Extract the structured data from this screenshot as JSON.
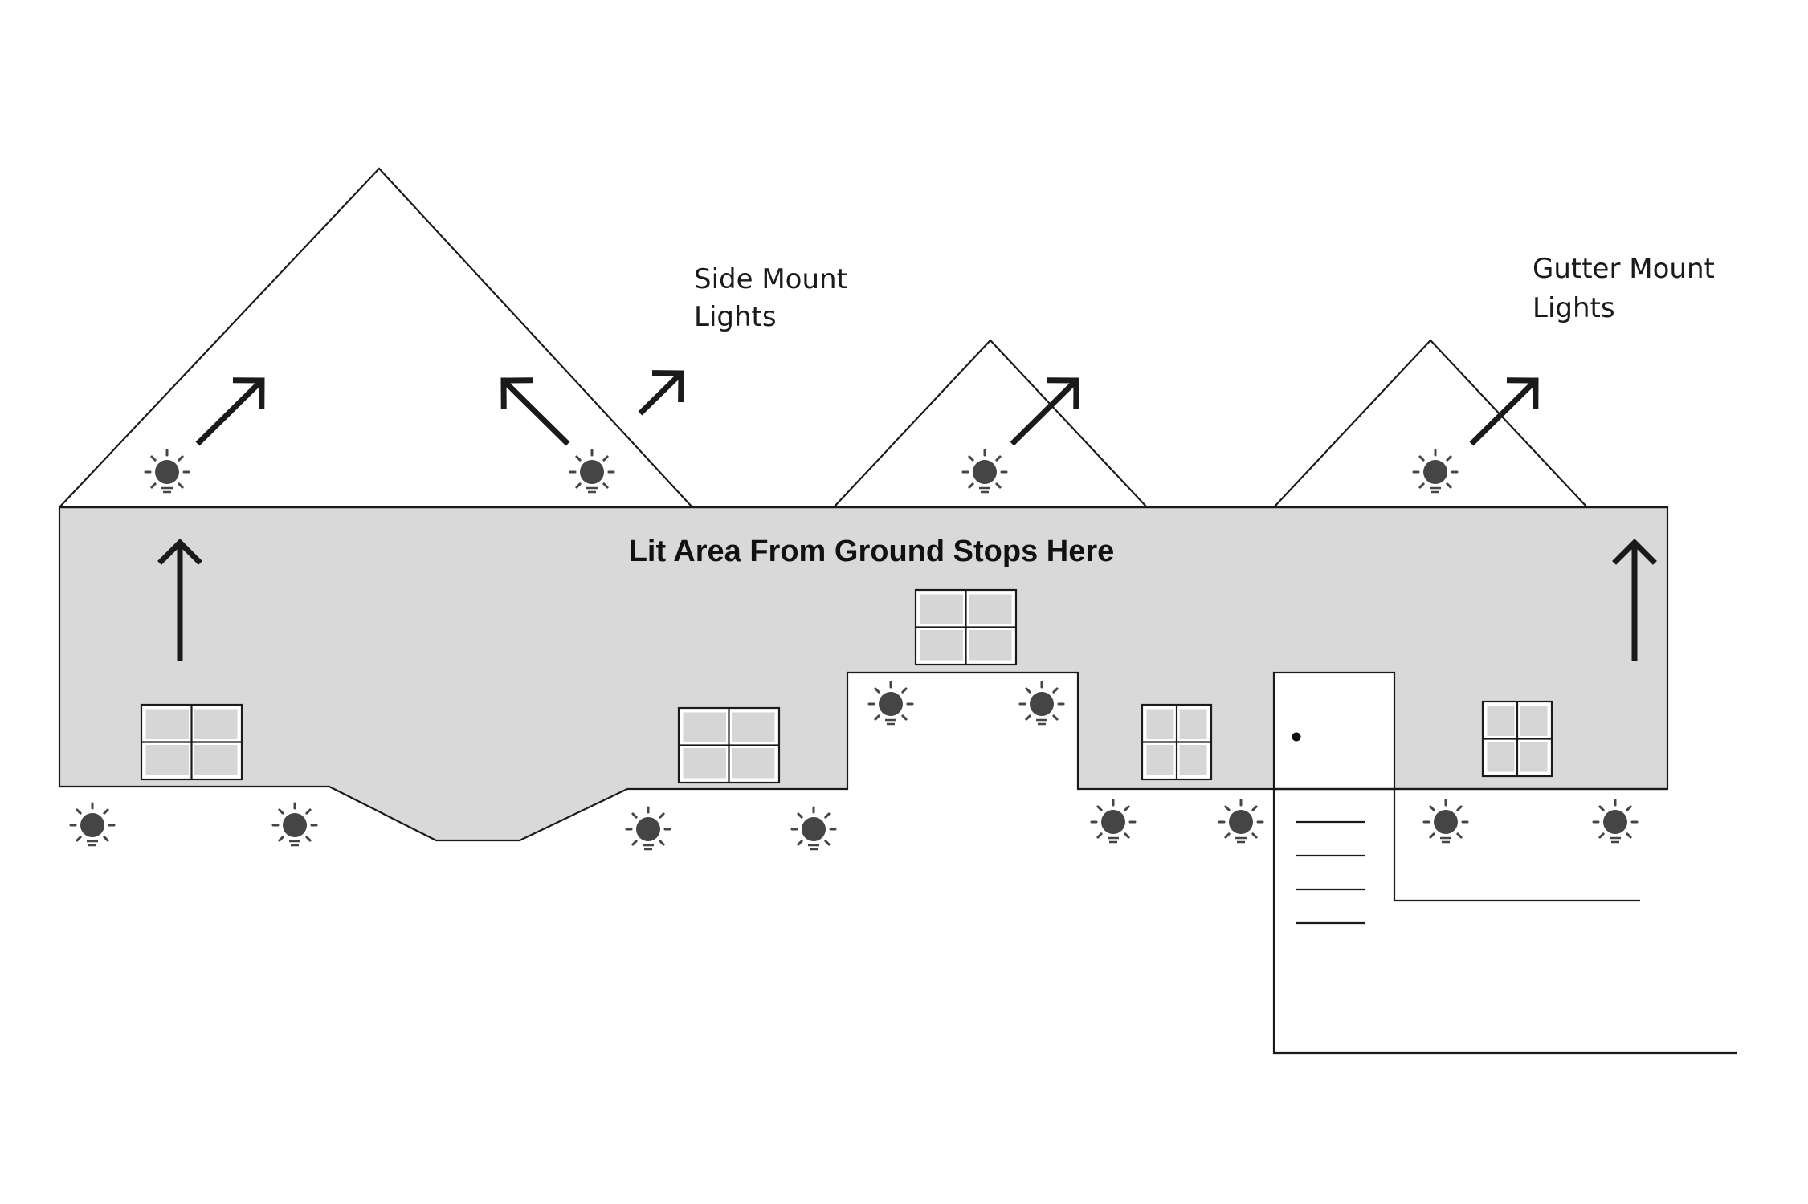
{
  "diagram": {
    "heading": "Lit Area From Ground Stops Here",
    "labels": {
      "side_mount_line1": "Side Mount",
      "side_mount_line2": "Lights",
      "gutter_mount_line1": "Gutter Mount",
      "gutter_mount_line2": "Lights"
    },
    "colors": {
      "lit_area": "#d9d9d9",
      "outline": "#1a1a1a",
      "bulb": "#454545"
    },
    "icons": {
      "bulb": "light-bulb-icon",
      "arrow": "arrow-icon",
      "window": "window-icon",
      "door_knob": "door-knob-icon"
    }
  }
}
